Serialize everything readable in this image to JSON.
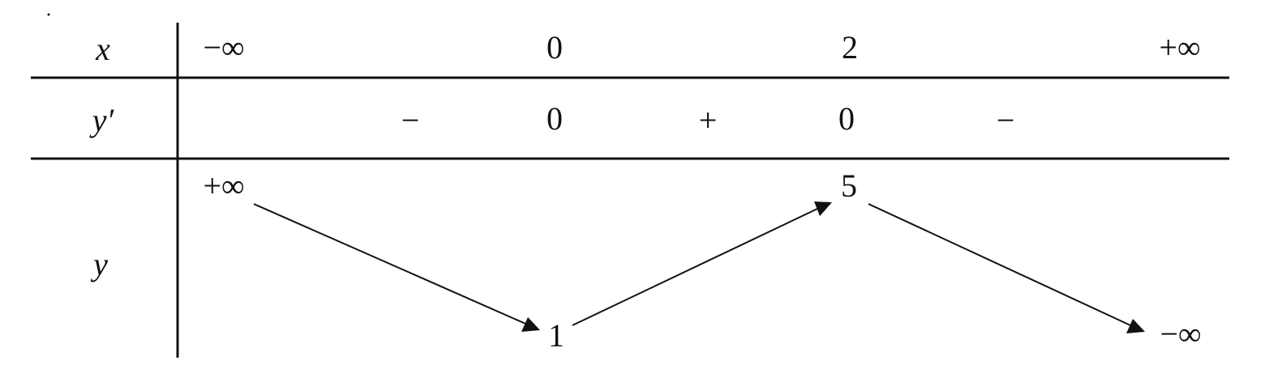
{
  "table": {
    "row_labels": {
      "x": "x",
      "y_prime": "y′",
      "y": "y"
    },
    "x_values": [
      "−∞",
      "0",
      "2",
      "+∞"
    ],
    "derivative_signs": [
      "−",
      "+",
      "−"
    ],
    "derivative_zeros": [
      "0",
      "0"
    ],
    "y_values": {
      "start": "+∞",
      "min": "1",
      "max": "5",
      "end": "−∞"
    },
    "variation_arrows": [
      "decreasing",
      "increasing",
      "decreasing"
    ]
  }
}
